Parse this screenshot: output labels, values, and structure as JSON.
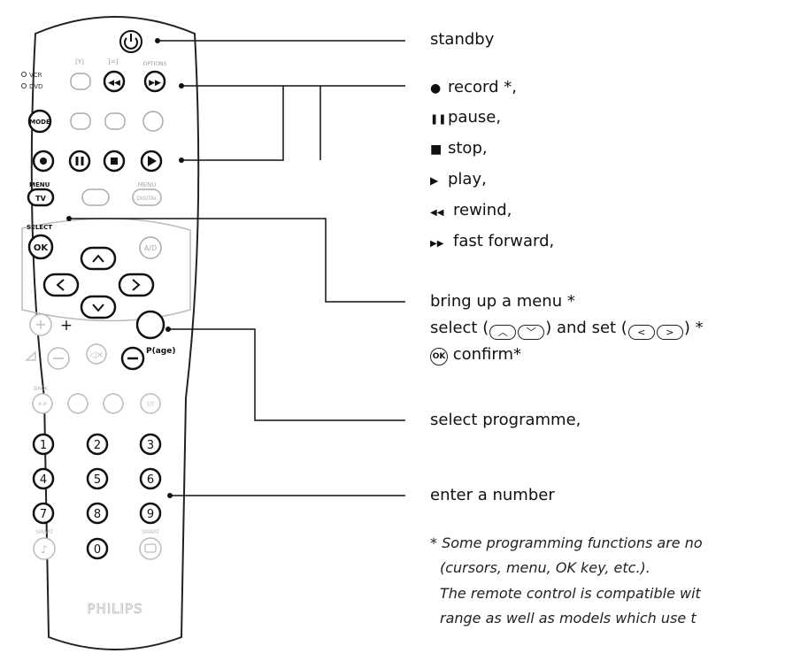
{
  "remote": {
    "top_small": [
      "[Y]",
      "[=]",
      "OPTIONS"
    ],
    "source_vcr": "VCR",
    "source_dvd": "DVD",
    "mode": "MODE",
    "menu_tv_caption": "MENU",
    "tv": "TV",
    "menu_digital_caption": "MENU",
    "digital": "DIGITAL",
    "select_caption": "SELECT",
    "ok": "OK",
    "ad": "A/D",
    "plus": "+",
    "minus": "–",
    "page": "P(age)",
    "back_caption": "BACK",
    "pp": "P-P",
    "tt": "T/T",
    "numbers": [
      "1",
      "2",
      "3",
      "4",
      "5",
      "6",
      "7",
      "8",
      "9"
    ],
    "zero": "0",
    "smart_left": "SMART",
    "smart_right": "SMART",
    "brand": "PHILIPS"
  },
  "labels": {
    "standby": "standby",
    "record": "record *,",
    "pause": "pause,",
    "stop": "stop,",
    "play": "play,",
    "rewind": "rewind,",
    "fast_forward": "fast forward,",
    "menu": "bring up a menu *",
    "select_set_1": "select (",
    "select_set_2": ") and set (",
    "select_set_3": ") *",
    "confirm": "confirm*",
    "select_programme": "select programme,",
    "enter_number": "enter a number"
  },
  "icons": {
    "record": "●",
    "pause": "❚❚",
    "stop": "■",
    "play": "▶",
    "rewind": "◀◀",
    "fast_forward": "▶▶"
  },
  "note": {
    "line1": "* Some programming functions are no",
    "line2": "(cursors, menu, OK key, etc.).",
    "line3": "The remote control is compatible wit",
    "line4": "range as well as models which use t"
  }
}
